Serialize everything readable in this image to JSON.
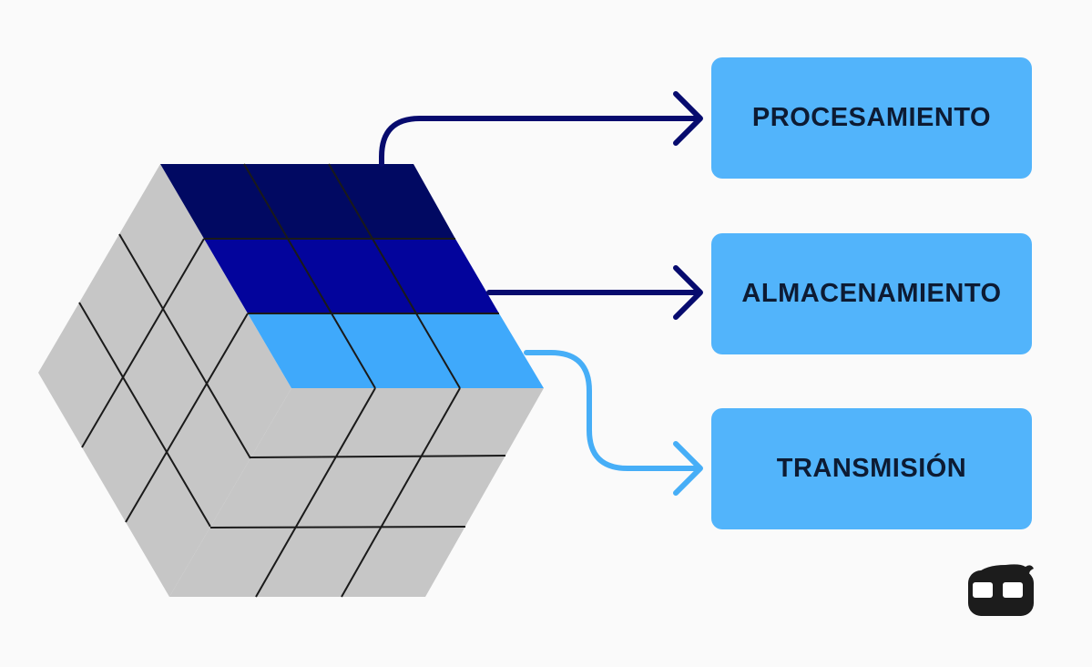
{
  "labels": {
    "procesamiento": "PROCESAMIENTO",
    "almacenamiento": "ALMACENAMIENTO",
    "transmision": "TRANSMISIÓN"
  },
  "colors": {
    "background": "#fafafa",
    "box_fill": "#52b4fb",
    "box_text": "#0d1b33",
    "top_row_dark": "#010962",
    "top_row_middle": "#03049c",
    "top_row_light": "#3fa9fb",
    "cube_gray": "#c6c6c6",
    "arrow_dark": "#070b6e",
    "arrow_light": "#46aef7",
    "logo": "#1c1c1c"
  },
  "icons": {
    "logo": "nerd-glasses-logo-icon"
  }
}
